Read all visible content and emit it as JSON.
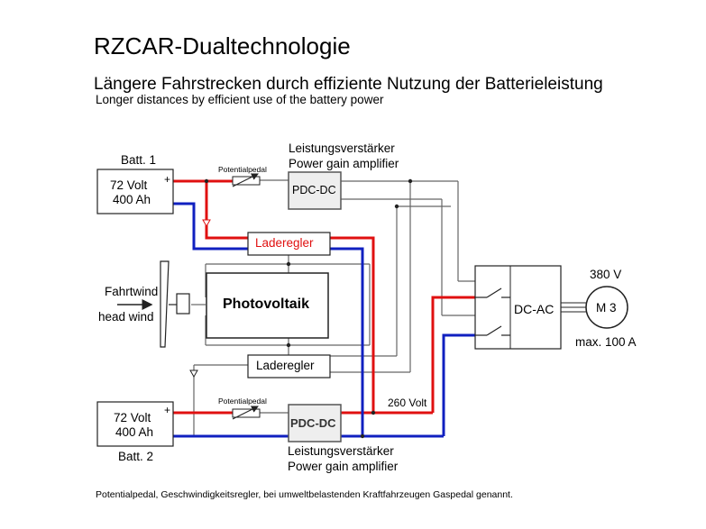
{
  "title": "RZCAR-Dualtechnologie",
  "subtitle_de": "Längere Fahrstrecken durch effiziente Nutzung der Batterieleistung",
  "subtitle_en": "Longer distances by efficient use of the battery power",
  "battery1": {
    "name": "Batt. 1",
    "voltage": "72 Volt",
    "capacity": "400 Ah",
    "plus": "+"
  },
  "battery2": {
    "name": "Batt. 2",
    "voltage": "72 Volt",
    "capacity": "400 Ah",
    "plus": "+"
  },
  "potential_pedal": "Potentialpedal",
  "amp_de": "Leistungsverstärker",
  "amp_en": "Power gain amplifier",
  "pdc": "PDC-DC",
  "laderegler": "Laderegler",
  "photovoltaik": "Photovoltaik",
  "fahrtwind": "Fahrtwind",
  "head_wind": "head wind",
  "dc_ac": "DC-AC",
  "motor": {
    "label": "M 3",
    "voltage": "380 V",
    "current": "max. 100 A"
  },
  "bus_voltage": "260 Volt",
  "footnote": "Potentialpedal, Geschwindigkeitsregler, bei umweltbelastenden Kraftfahrzeugen Gaspedal genannt.",
  "colors": {
    "positive": "#e01010",
    "negative": "#1020c0",
    "line": "#666666",
    "block_fill": "#eeeeee"
  }
}
